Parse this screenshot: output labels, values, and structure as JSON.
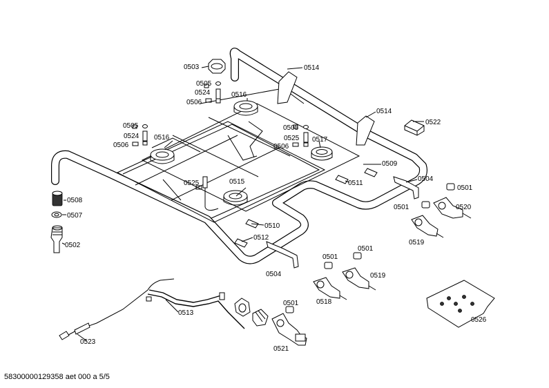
{
  "labels": {
    "l0503": "0503",
    "l0514a": "0514",
    "l0505a": "0505",
    "l0524a": "0524",
    "l0516a": "0516",
    "l0506a": "0506",
    "l0514b": "0514",
    "l0522": "0522",
    "l0505b": "0505",
    "l0524b": "0524",
    "l0516b": "0516",
    "l0506b": "0506",
    "l0505c": "0505",
    "l0525a": "0525",
    "l0517": "0517",
    "l0506c": "0506",
    "l0509": "0509",
    "l0504a": "0504",
    "l0525b": "0525",
    "l0515": "0515",
    "l0511": "0511",
    "l0501a": "0501",
    "l0508": "0508",
    "l0501b": "0501",
    "l0520": "0520",
    "l0507": "0507",
    "l0510": "0510",
    "l0519a": "0519",
    "l0512": "0512",
    "l0502": "0502",
    "l0501c": "0501",
    "l0501d": "0501",
    "l0504b": "0504",
    "l0519b": "0519",
    "l0518": "0518",
    "l0513": "0513",
    "l0501e": "0501",
    "l0526": "0526",
    "l0523": "0523",
    "l0521": "0521"
  },
  "footer": "58300000129358 aet 000 a 5/5"
}
